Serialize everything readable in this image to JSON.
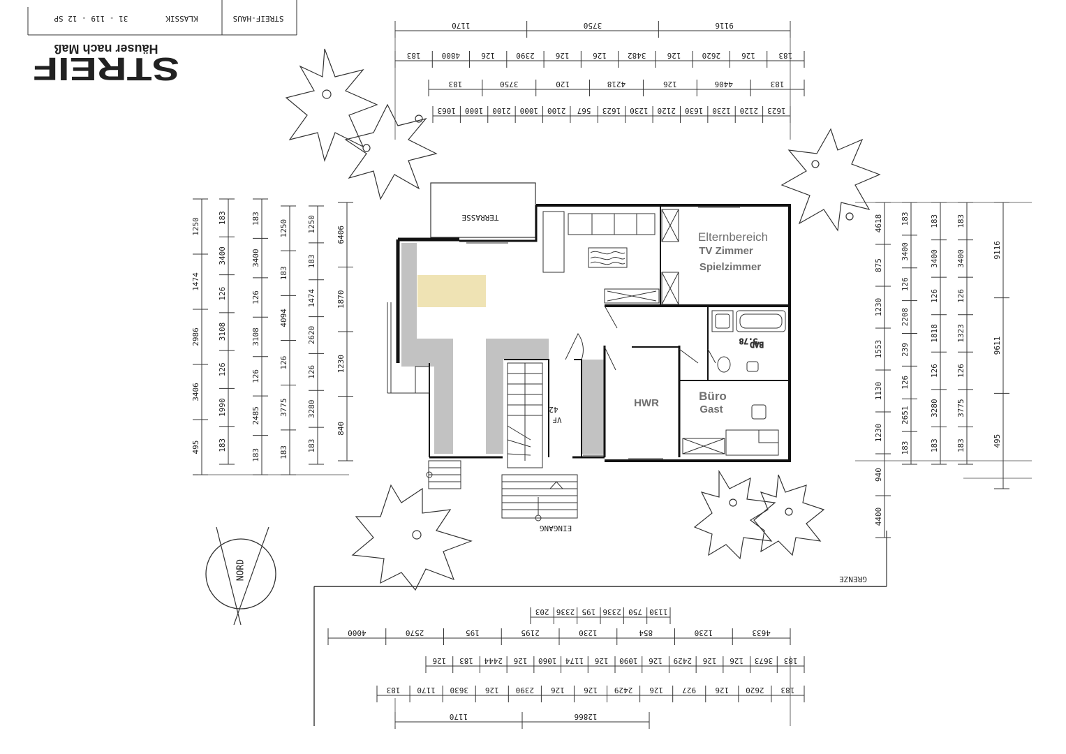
{
  "brand": {
    "logo": "STREIF",
    "tagline": "Häuser nach Maß",
    "title_block": [
      "STREIF-HAUS",
      "KLASSIK",
      "31 - 119 - 12 SP"
    ]
  },
  "rooms": {
    "elternbereich": "Elternbereich",
    "tv": "TV Zimmer",
    "spiel": "Spielzimmer",
    "bad": "BAD",
    "bad_area": "5.78",
    "hwr": "HWR",
    "buero": "Büro",
    "gast": "Gast",
    "terrasse": "TERRASSE",
    "eingang": "EINGANG",
    "vf": "VF",
    "vf_num": "42"
  },
  "site": {
    "nord": "NORD",
    "grenze": "GRENZE"
  },
  "dims": {
    "top1": [
      "1170",
      "3750",
      "9116"
    ],
    "top2": [
      "183",
      "4800",
      "126",
      "2390",
      "126",
      "126",
      "3482",
      "126",
      "2620",
      "126",
      "183"
    ],
    "top3": [
      "183",
      "3750",
      "120",
      "4218",
      "126",
      "4406",
      "183"
    ],
    "top4": [
      "1063",
      "1000",
      "2100",
      "1000",
      "2100",
      "567",
      "1623",
      "1230",
      "2120",
      "1630",
      "1230",
      "2120",
      "1623"
    ],
    "left1": [
      "1250",
      "1474",
      "2986",
      "3406",
      "495"
    ],
    "left2": [
      "183",
      "3400",
      "126",
      "3108",
      "126",
      "1990",
      "183"
    ],
    "left3": [
      "183",
      "3400",
      "126",
      "3108",
      "126",
      "2485",
      "183"
    ],
    "left4": [
      "1250",
      "183",
      "4094",
      "126",
      "3775",
      "183"
    ],
    "left5": [
      "1250",
      "183",
      "1474",
      "2620",
      "126",
      "3280",
      "183"
    ],
    "left6": [
      "6406",
      "1870",
      "1230",
      "840"
    ],
    "right1": [
      "4618",
      "875",
      "1230",
      "1553",
      "1130",
      "1230",
      "940",
      "4400"
    ],
    "right2": [
      "183",
      "3400",
      "126",
      "2208",
      "239",
      "126",
      "2651",
      "183"
    ],
    "right3": [
      "183",
      "3400",
      "126",
      "1818",
      "126",
      "3280",
      "183"
    ],
    "right4": [
      "183",
      "3400",
      "126",
      "1323",
      "126",
      "3775",
      "183"
    ],
    "right5": [
      "9116",
      "9611",
      "495"
    ],
    "bottom1": [
      "203",
      "2336",
      "195",
      "2336",
      "750",
      "1130"
    ],
    "bottom2": [
      "4000",
      "2570",
      "195",
      "2195",
      "1230",
      "854",
      "1230",
      "4633"
    ],
    "bottom3": [
      "126",
      "183",
      "2444",
      "126",
      "1060",
      "1174",
      "126",
      "1090",
      "126",
      "2429",
      "126",
      "126",
      "3673",
      "183"
    ],
    "bottom4": [
      "183",
      "1170",
      "3630",
      "126",
      "2390",
      "126",
      "126",
      "2429",
      "126",
      "927",
      "126",
      "2620",
      "183"
    ],
    "bottom5": [
      "1170",
      "12866"
    ]
  },
  "colors": {
    "wall": "#111111",
    "highlight": "#efe3b4",
    "gray": "#c2c2c2",
    "room_text": "#707070"
  }
}
